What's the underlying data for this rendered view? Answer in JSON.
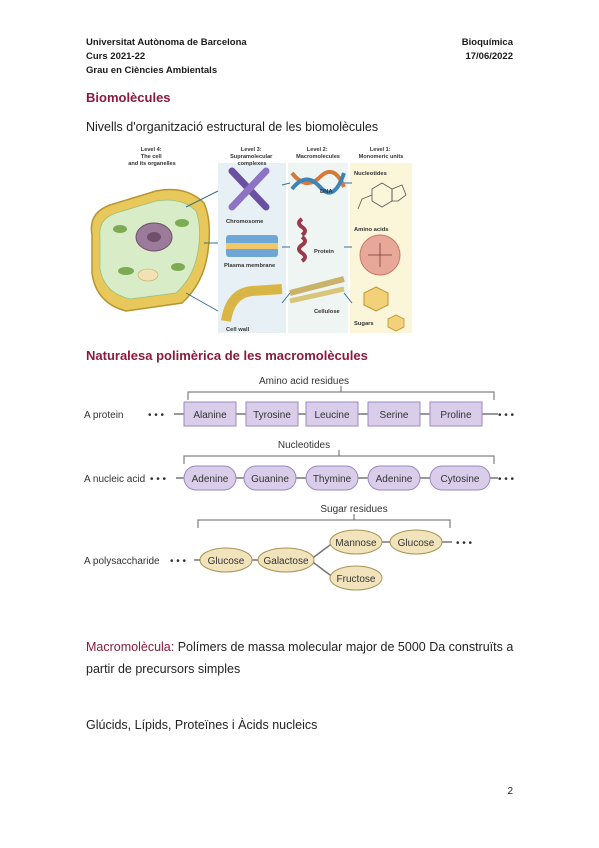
{
  "header": {
    "university": "Universitat Autònoma de Barcelona",
    "course": "Curs 2021-22",
    "degree": "Grau en Ciències Ambientals",
    "subject": "Bioquímica",
    "date": "17/06/2022"
  },
  "section1": {
    "title": "Biomolècules",
    "subtitle": "Nivells d'organització estructural de les biomolècules"
  },
  "figure1": {
    "level4": [
      "Level 4:",
      "The cell",
      "and its organelles"
    ],
    "level3": [
      "Level 3:",
      "Supramolecular",
      "complexes"
    ],
    "level2": [
      "Level 2:",
      "Macromolecules"
    ],
    "level1": [
      "Level 1:",
      "Monomeric units"
    ],
    "chromosome": "Chromosome",
    "plasma_membrane": "Plasma membrane",
    "cell_wall": "Cell wall",
    "dna": "DNA",
    "protein": "Protein",
    "cellulose": "Cellulose",
    "nucleotides": "Nucleotides",
    "amino_acids": "Amino acids",
    "sugars": "Sugars"
  },
  "section2": {
    "title": "Naturalesa polimèrica de les macromolècules"
  },
  "figure2": {
    "protein_group": "Amino acid residues",
    "protein_label": "A protein",
    "protein_units": [
      "Alanine",
      "Tyrosine",
      "Leucine",
      "Serine",
      "Proline"
    ],
    "nucleic_group": "Nucleotides",
    "nucleic_label": "A nucleic acid",
    "nucleic_units": [
      "Adenine",
      "Guanine",
      "Thymine",
      "Adenine",
      "Cytosine"
    ],
    "sugar_group": "Sugar residues",
    "sugar_label": "A polysaccharide",
    "sugar_units": [
      "Glucose",
      "Galactose",
      "Mannose",
      "Glucose",
      "Fructose"
    ],
    "dots": "• • •"
  },
  "definition": {
    "term": "Macromolècula:",
    "line1": " Polímers de massa molecular major de 5000 Da construïts a",
    "line2": "partir de precursors simples"
  },
  "list_text": "Glúcids, Lípids, Proteïnes i Àcids nucleics",
  "page_number": "2"
}
